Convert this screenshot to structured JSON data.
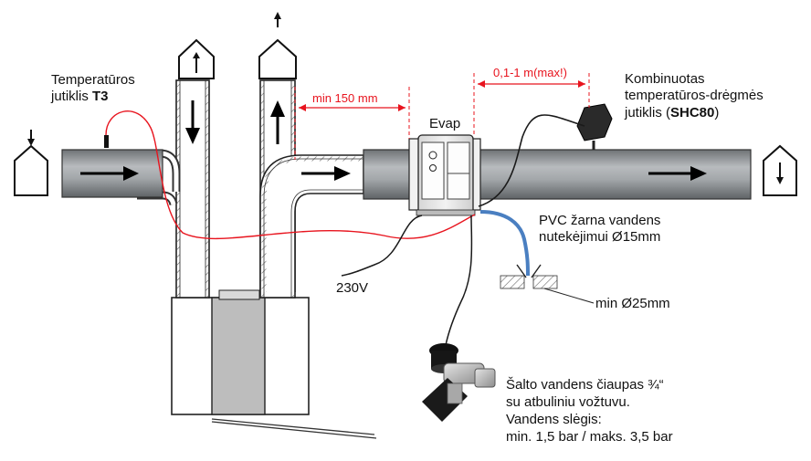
{
  "labels": {
    "t3_line1": "Temperatūros",
    "t3_line2": "jutiklis ",
    "t3_code": "T3",
    "evap": "Evap",
    "shc_line1": "Kombinuotas",
    "shc_line2": "temperatūros-drėgmės",
    "shc_line3": "jutiklis (",
    "shc_code": "SHC80",
    "shc_line3_end": ")",
    "pvc_line1": "PVC žarna vandens",
    "pvc_line2": "nutekėjimui Ø15mm",
    "power": "230V",
    "min_d25": "min Ø25mm",
    "valve_line1": "Šalto vandens čiaupas ¾“",
    "valve_line2": "su atbuliniu vožtuvu.",
    "valve_line3": "Vandens slėgis:",
    "valve_line4": "min. 1,5 bar / maks. 3,5 bar"
  },
  "dimensions": {
    "min_distance": "min 150 mm",
    "sensor_distance": "0,1-1 m(max!)"
  },
  "colors": {
    "dimension_red": "#e8141e",
    "duct_grey": "#8f9396",
    "hose_blue": "#4a7fc1",
    "cable_black": "#1a1a1a"
  },
  "icons": [
    "house-supply-icon",
    "house-exhaust-icon",
    "house-intake-icon",
    "house-outlet-icon"
  ]
}
